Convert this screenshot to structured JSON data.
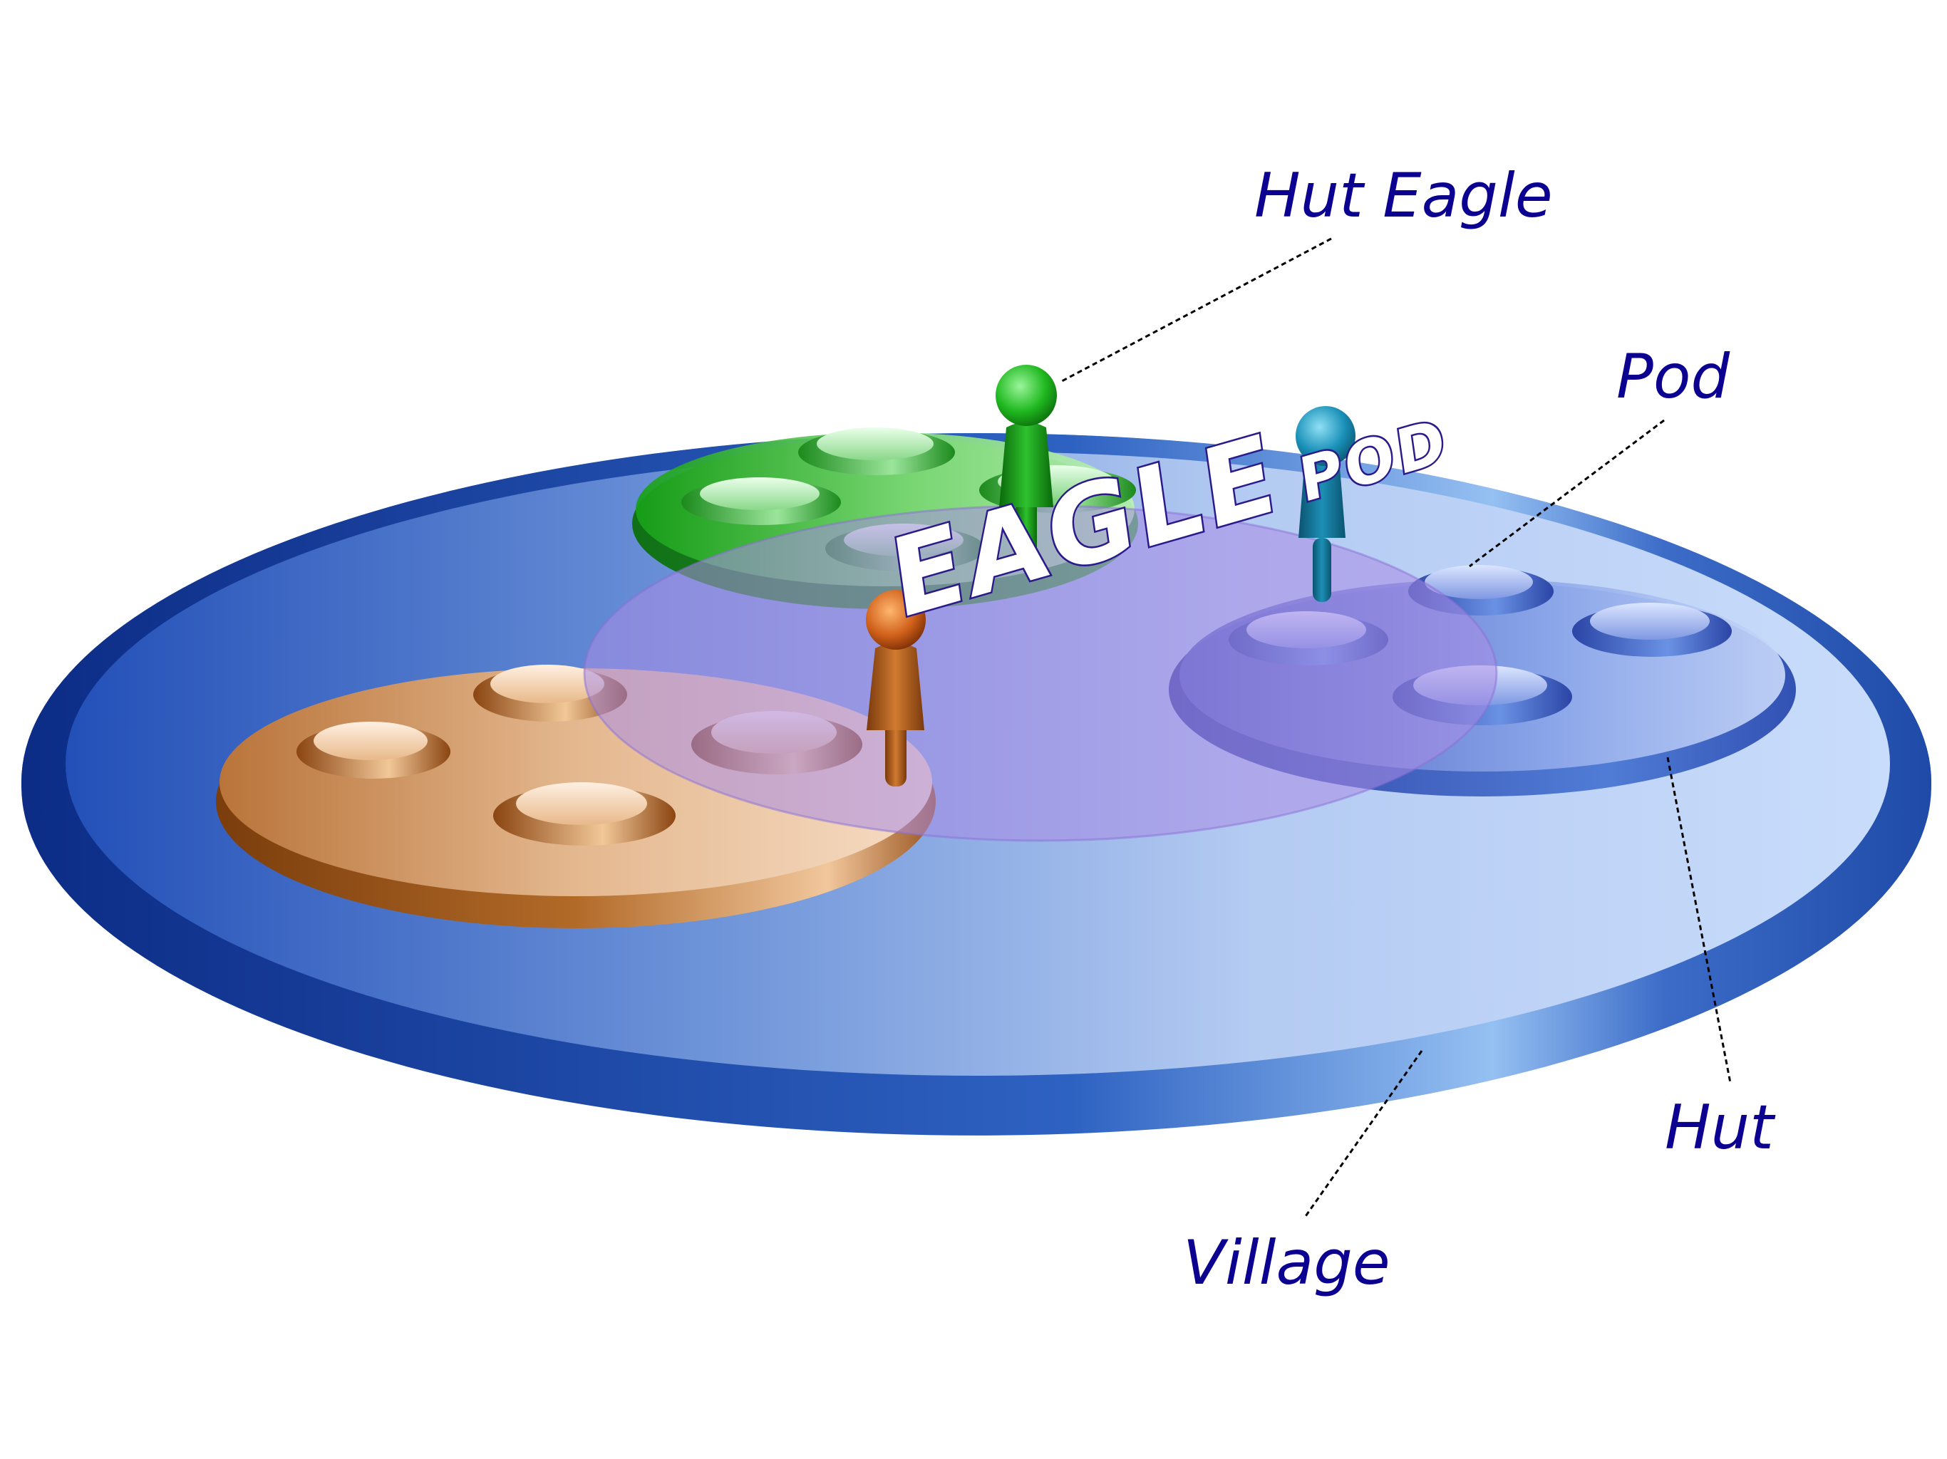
{
  "labels": {
    "hut_eagle": "Hut Eagle",
    "pod": "Pod",
    "hut": "Hut",
    "village": "Village"
  },
  "center_text": {
    "eagle": "EAGLE",
    "pod": "POD"
  },
  "colors": {
    "label_text": "#0b0090",
    "eagle_pod_fill": "#ffffff",
    "eagle_pod_stroke": "#2a1a8a",
    "village": "#2f5fc0",
    "hut_green": "#2faa2f",
    "hut_orange": "#c07a35",
    "hut_blue": "#4a6ad0",
    "pod": "#a68ee0"
  }
}
